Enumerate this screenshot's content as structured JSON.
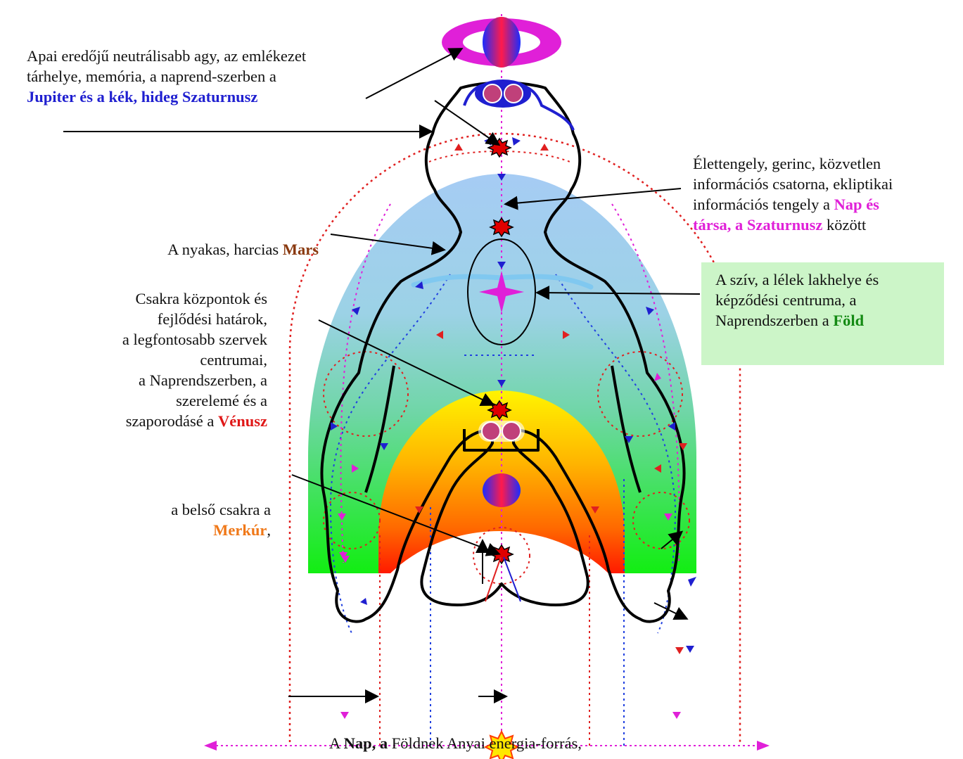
{
  "labels": {
    "brain": {
      "line1": "Apai eredőjű neutrálisabb agy, az emlékezet",
      "line2": "tárhelye, memória, a naprend-szerben a",
      "line3_bold": "Jupiter és a kék, hideg Szaturnusz"
    },
    "axis": {
      "line1": "Élettengely, gerinc, közvetlen",
      "line2": "információs csatorna, ekliptikai",
      "line3_pre": "információs tengely a ",
      "line3_bold": "Nap és",
      "line4_bold": "társa, a Szaturnusz",
      "line4_post": " között"
    },
    "neck": {
      "pre": "A nyakas, harcias ",
      "bold": "Mars"
    },
    "heart": {
      "line1": "A szív, a lélek lakhelye és",
      "line2": "képződési centruma, a",
      "line3_pre": "Naprendszerben a ",
      "line3_bold": "Föld"
    },
    "chakra": {
      "line1": "Csakra központok és",
      "line2": "fejlődési határok,",
      "line3": "a legfontosabb szervek",
      "line4": "centrumai,",
      "line5": "a Naprendszerben, a",
      "line6": "szerelemé és a",
      "line7_pre": "szaporodásé a ",
      "line7_bold": "Vénusz"
    },
    "inner": {
      "line1": "a belső csakra a",
      "line2_bold": "Merkúr",
      "line2_post": ","
    },
    "sun": {
      "pre": "A ",
      "bold": "Nap, a",
      "post": " Földnek Anyai energia-forrás,"
    }
  },
  "colors": {
    "accent_blue": "#1f1fd0",
    "mars": "#8a3a10",
    "venus": "#e01818",
    "mercury": "#f07818",
    "sun_saturn": "#e020d8",
    "earth": "#138a13",
    "heart_box": "#ccf5c8"
  }
}
